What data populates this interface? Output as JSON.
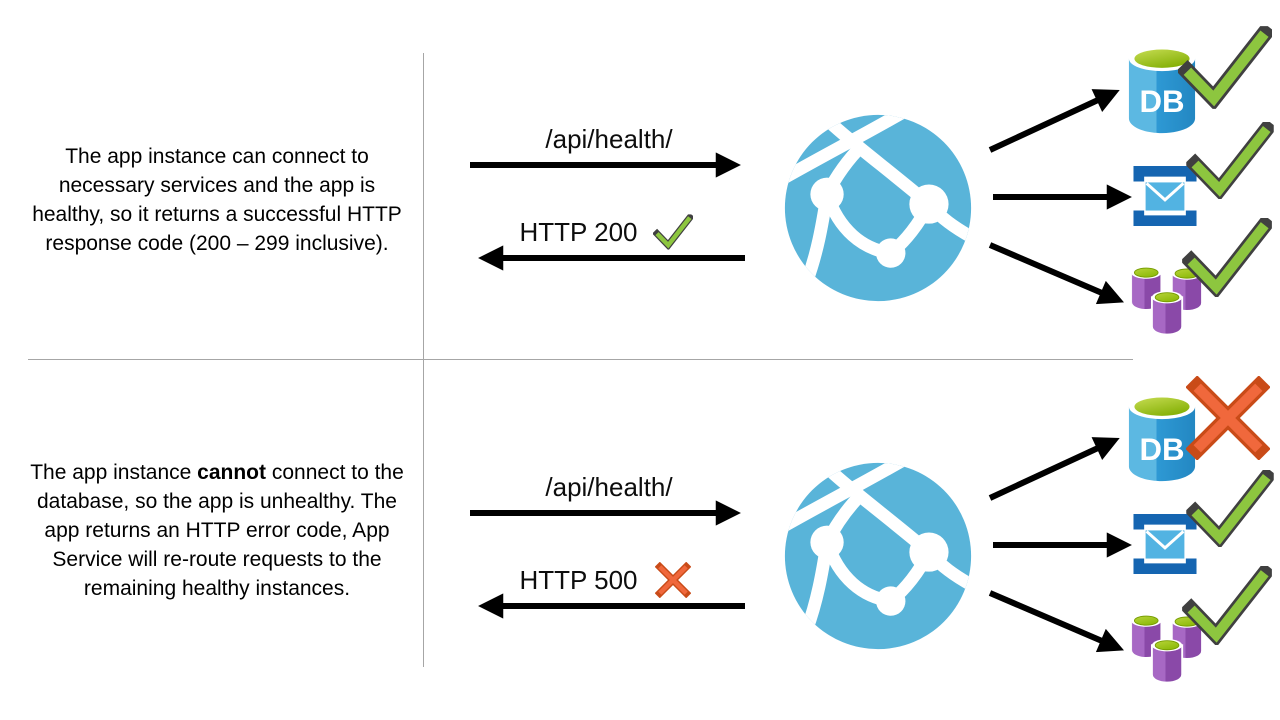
{
  "colors": {
    "app_service_blue": "#59B4D9",
    "success_green": "#8DC63F",
    "success_outline": "#404040",
    "error_orange": "#F0683C",
    "error_outline": "#C94B18",
    "database_blue": "#2E99D4",
    "database_blue_light": "#5CB8E2",
    "lime_top_green": "#A8CC17",
    "bracket_blue": "#1565B1",
    "envelope_blue": "#52B3E2",
    "storage_purple": "#A768C4",
    "storage_purple_dark": "#8A49A8",
    "arrow_black": "#000000",
    "divider_gray": "#A6A6A6"
  },
  "panels": [
    {
      "name": "healthy-instance",
      "description": {
        "prefix": "The app instance can connect to necessary services and the app is healthy, so it returns a successful HTTP response code (200 – 299 inclusive).",
        "bold": "",
        "suffix": ""
      },
      "request_label": "/api/health/",
      "response_label": "HTTP 200",
      "response_status": "success",
      "app_icon": "app-service-globe-icon",
      "services": [
        {
          "name": "database",
          "icon": "database-icon",
          "label": "DB",
          "status": "success"
        },
        {
          "name": "email-service",
          "icon": "email-icon",
          "status": "success"
        },
        {
          "name": "storage",
          "icon": "storage-icon",
          "status": "success"
        }
      ]
    },
    {
      "name": "unhealthy-instance",
      "description": {
        "prefix": "The app instance ",
        "bold": "cannot",
        "suffix": " connect to the database, so the app is unhealthy. The app returns an HTTP error code, App Service will re-route requests to the remaining healthy instances."
      },
      "request_label": "/api/health/",
      "response_label": "HTTP 500",
      "response_status": "error",
      "app_icon": "app-service-globe-icon",
      "services": [
        {
          "name": "database",
          "icon": "database-icon",
          "label": "DB",
          "status": "error"
        },
        {
          "name": "email-service",
          "icon": "email-icon",
          "status": "success"
        },
        {
          "name": "storage",
          "icon": "storage-icon",
          "status": "success"
        }
      ]
    }
  ]
}
